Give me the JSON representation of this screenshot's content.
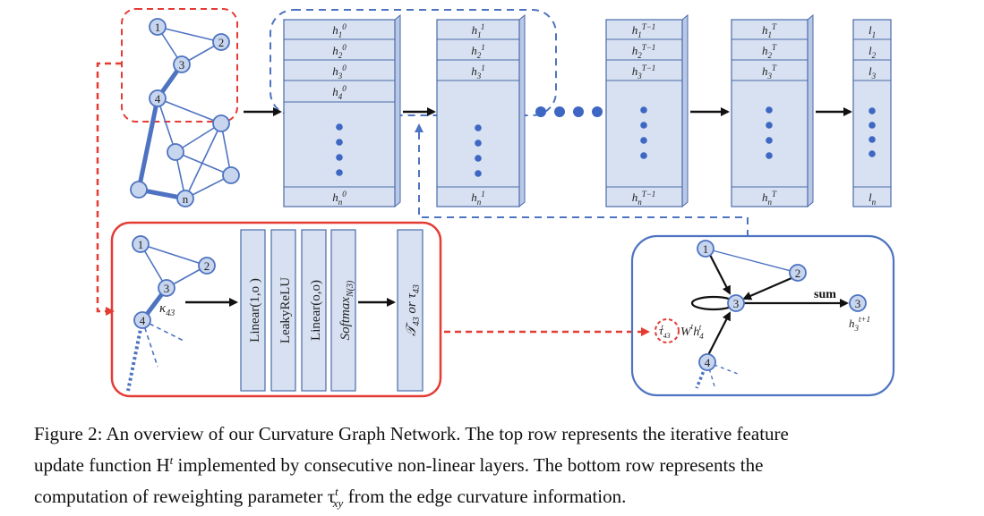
{
  "colors": {
    "block_fill": "#d7e1f2",
    "block_stroke": "#4a6aa8",
    "node_fill": "#c7d5ee",
    "edge_blue": "#4e73c1",
    "red": "#e53b35",
    "dash_blue": "#4e73c1"
  },
  "graph_top": {
    "nodes": [
      "1",
      "2",
      "3",
      "4",
      "n"
    ]
  },
  "layers": [
    {
      "id": "layer0",
      "rows": [
        "h_1^0",
        "h_2^0",
        "h_3^0",
        "h_4^0"
      ],
      "last": "h_n^0"
    },
    {
      "id": "layer1",
      "rows": [
        "h_1^1",
        "h_2^1",
        "h_3^1"
      ],
      "last": "h_n^1"
    },
    {
      "id": "layerTm1",
      "rows": [
        "h_1^{T-1}",
        "h_2^{T-1}",
        "h_3^{T-1}"
      ],
      "last": "h_n^{T-1}"
    },
    {
      "id": "layerT",
      "rows": [
        "h_1^T",
        "h_2^T",
        "h_3^T"
      ],
      "last": "h_n^T"
    },
    {
      "id": "output",
      "rows": [
        "l_1",
        "l_2",
        "l_3"
      ],
      "last": "l_n"
    }
  ],
  "bottom_left": {
    "nodes": [
      "1",
      "2",
      "3",
      "4"
    ],
    "kappa_label": "κ",
    "kappa_sub": "43",
    "layers": [
      "Linear(1,o )",
      "LeakyReLU",
      "Linear(o,o)",
      "Softmax"
    ],
    "softmax_sub": "N(3)",
    "output_label_main": "𝒯",
    "output_label_sub1": "43",
    "output_or": "or",
    "output_tau": "τ",
    "output_label_sub2": "43"
  },
  "bottom_right": {
    "nodes": [
      "1",
      "2",
      "3",
      "4",
      "3"
    ],
    "sum_label": "sum",
    "tau_label": "τ",
    "tau_sub": "43",
    "tau_sup": "t",
    "weight_label": "W",
    "weight_sup": "t",
    "h_label": "h",
    "h_sub": "4",
    "h_sup": "t",
    "out_label": "h",
    "out_sub": "3",
    "out_sup": "t+1"
  },
  "caption": {
    "line1": "Figure 2: An overview of our Curvature Graph Network. The top row represents the iterative feature",
    "line2": "update function H",
    "line2_sup": "t",
    "line2_rest": " implemented by consecutive non-linear layers. The bottom row represents the",
    "line3": "computation of reweighting parameter τ",
    "line3_sup": "t",
    "line3_sub": "xy",
    "line3_rest": " from the edge curvature information."
  }
}
